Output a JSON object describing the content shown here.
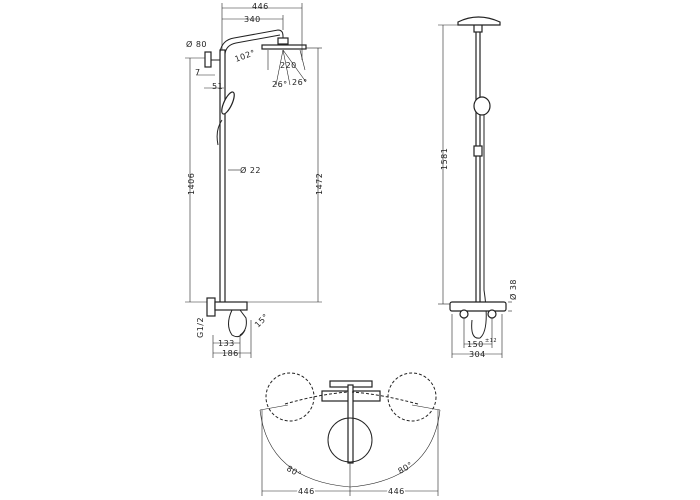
{
  "front_view": {
    "dim_446": "446",
    "dim_340": "340",
    "dim_80": "Ø 80",
    "dim_7": "7",
    "dim_51": "51",
    "angle_102": "102°",
    "dim_220": "220",
    "dim_26a": "26°",
    "dim_26b": "26°",
    "dim_1406": "1406",
    "dim_1472": "1472",
    "dim_22": "Ø 22",
    "dim_g12": "G1/2",
    "dim_133": "133",
    "dim_186": "186",
    "angle_15": "15°"
  },
  "side_view": {
    "dim_1581": "1581",
    "dim_38": "Ø 38",
    "dim_150": "150",
    "tolerance": "±12",
    "dim_304": "304"
  },
  "top_view": {
    "angle_left": "80°",
    "angle_right": "80°",
    "dim_left": "446",
    "dim_right": "446"
  }
}
